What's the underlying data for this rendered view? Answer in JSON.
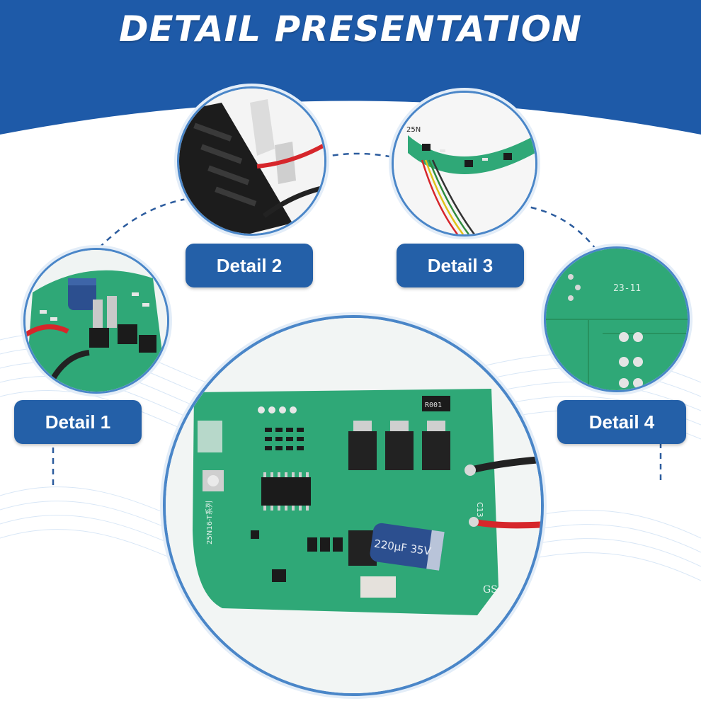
{
  "header": {
    "title": "DETAIL PRESENTATION",
    "band_color": "#1e5aa8"
  },
  "details": [
    {
      "label": "Detail 1",
      "photo": "pcb-capacitor-wires-closeup"
    },
    {
      "label": "Detail 2",
      "photo": "connector-terminal-block-closeup"
    },
    {
      "label": "Detail 3",
      "photo": "curved-led-board-closeup"
    },
    {
      "label": "Detail 4",
      "photo": "pcb-solder-pads-closeup"
    }
  ],
  "main_board": {
    "marking_chip": "R001",
    "marking_cap": "220µF 35V",
    "marking_model": "25N16-T系列",
    "marking_gs": "GS",
    "marking_detail3": "25N",
    "marking_detail4": "23-11",
    "marking_c13": "C13"
  },
  "colors": {
    "pcb_green": "#2fa877",
    "label_bg": "#2460a8",
    "ring": "#4a86c8"
  }
}
